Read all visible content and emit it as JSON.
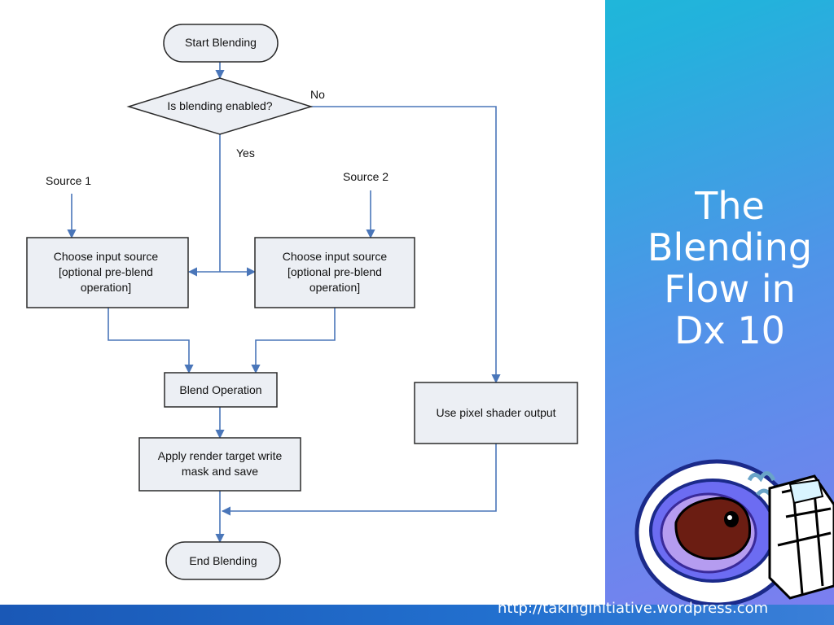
{
  "slide": {
    "title_lines": [
      "The",
      "Blending",
      "Flow in",
      "Dx 10"
    ],
    "url": "http://takinginitiative.wordpress.com"
  },
  "flowchart": {
    "start": "Start Blending",
    "decision": "Is blending enabled?",
    "no_label": "No",
    "yes_label": "Yes",
    "source1_label": "Source 1",
    "source2_label": "Source 2",
    "choose1": [
      "Choose input source",
      "[optional pre-blend",
      "operation]"
    ],
    "choose2": [
      "Choose input source",
      "[optional pre-blend",
      "operation]"
    ],
    "blend_op": "Blend Operation",
    "pixel_shader": "Use pixel shader output",
    "apply": [
      "Apply render target write",
      "mask and save"
    ],
    "end": "End Blending"
  },
  "colors": {
    "connector": "#4a76b9",
    "box_fill": "#eceff4",
    "slide_gradient": [
      "#12c6cf",
      "#7e7df0"
    ]
  }
}
